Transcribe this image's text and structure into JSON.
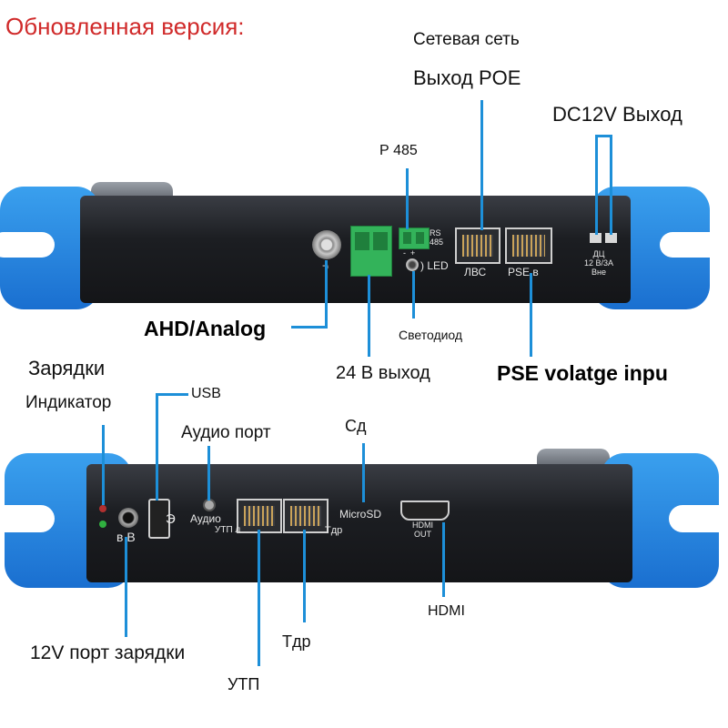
{
  "title": "Обновленная версия:",
  "top_panel": {
    "labels": {
      "network": "Сетевая сеть",
      "poe_out": "Выход POE",
      "dc12v_out": "DC12V Выход",
      "rs485": "Р 485",
      "ahd": "AHD/Analog",
      "out24": "24 В выход",
      "led": "Светодиод",
      "pse_input": "PSE volatge inpu"
    },
    "device_text": {
      "rs485": "RS\n485",
      "led": ") LED",
      "lan": "ЛВС",
      "pse": "PSE в",
      "dc_block": "ДЦ\n12 В/3А\nВне",
      "minus_plus": "-  +"
    }
  },
  "bottom_panel": {
    "labels": {
      "charging": "Зарядки",
      "indicator": "Индикатор",
      "usb": "USB",
      "audio_port": "Аудио порт",
      "sd": "Сд",
      "hdmi": "HDMI",
      "port12v": "12V порт зарядки",
      "tdr": "Тдр",
      "utp": "УТП"
    },
    "device_text": {
      "usb_symbol": "Э",
      "audio": "Аудио",
      "utp": "УТП л",
      "tdr": "Тдр",
      "microsd": "MicroSD",
      "hdmi_out": "HDMI\nOUT",
      "dc_in": "в В"
    }
  },
  "colors": {
    "title": "#d02a2a",
    "callout": "#1d8fd8",
    "bumper": "#2a86e0",
    "device_body": "#1c1e22"
  }
}
